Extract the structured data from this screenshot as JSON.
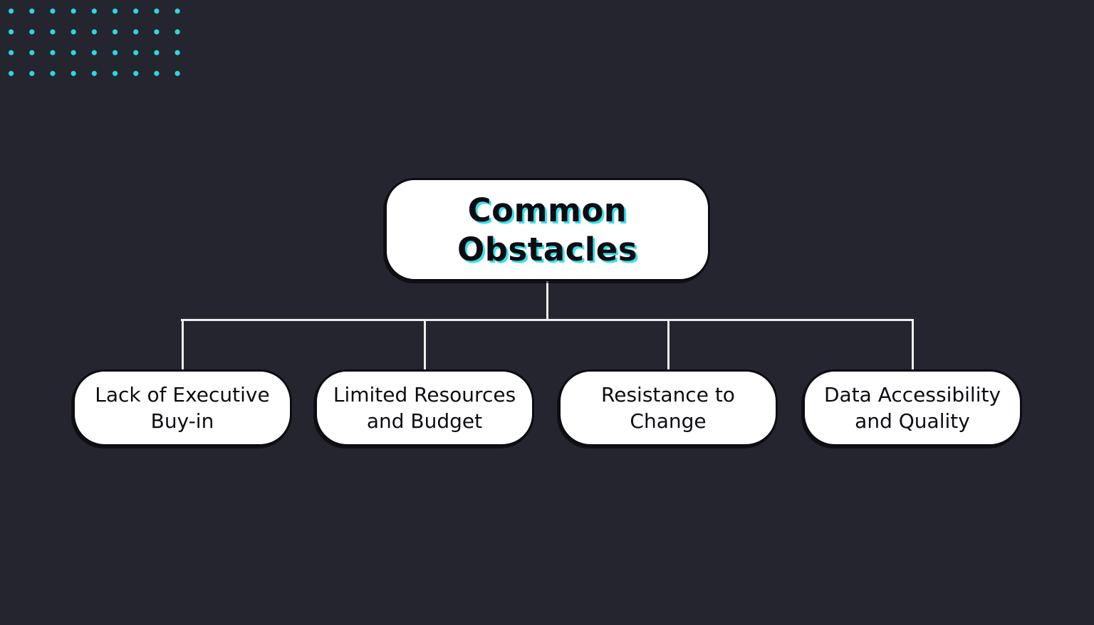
{
  "colors": {
    "page_bg": "#24252e",
    "dot_color": "#2bd9e3",
    "connector": "#eeeeee",
    "node_fill": "#ffffff",
    "node_border": "#0c0c12",
    "text": "#0c0c12",
    "title_shadow": "#35e2ea"
  },
  "decor": {
    "dot_grid_columns": 9,
    "dot_grid_rows": 4
  },
  "diagram": {
    "root": {
      "lines": [
        "Common",
        "Obstacles"
      ]
    },
    "children": [
      {
        "lines": [
          "Lack of Executive",
          "Buy-in"
        ]
      },
      {
        "lines": [
          "Limited Resources",
          "and Budget"
        ]
      },
      {
        "lines": [
          "Resistance to",
          "Change"
        ]
      },
      {
        "lines": [
          "Data Accessibility",
          "and Quality"
        ]
      }
    ]
  }
}
